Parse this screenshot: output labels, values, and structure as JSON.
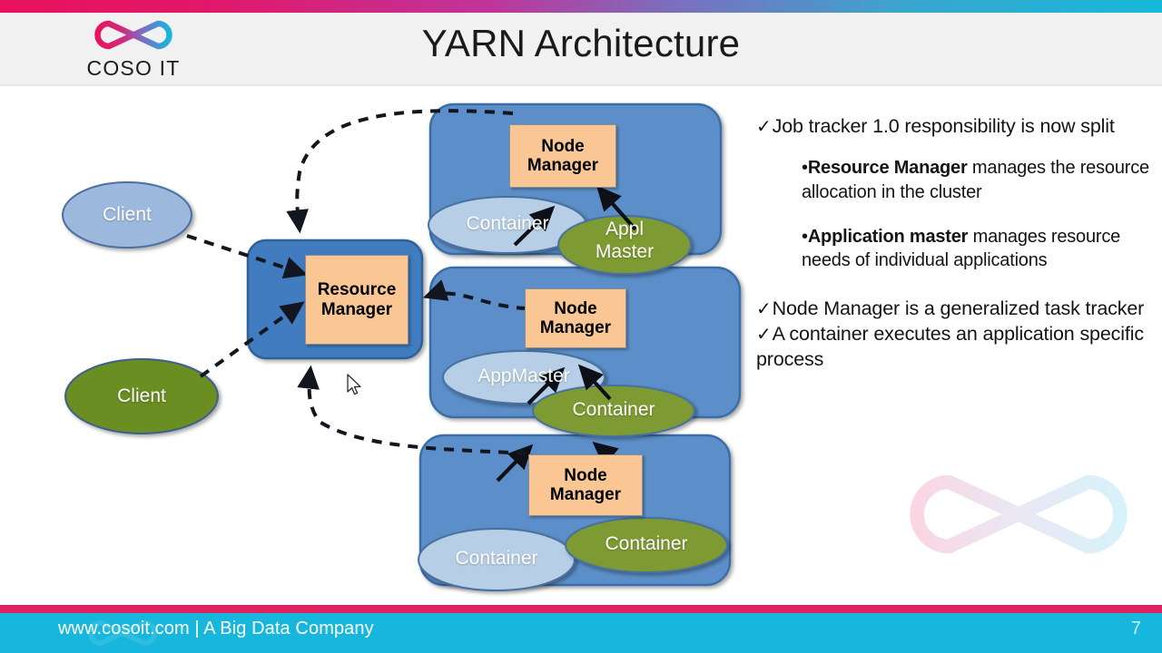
{
  "header": {
    "title": "YARN Architecture",
    "logo_text": "COSO IT",
    "logo_icon": "infinity-logo-icon"
  },
  "colors": {
    "accent_pink": "#e0205f",
    "accent_cyan": "#17b6dd",
    "node_box_fill": "#5b8fc9",
    "manager_box_fill": "#fac794",
    "container_blue": "#b6cfe6",
    "container_green": "#7d9b33",
    "client_blue": "#9cb9dd",
    "client_green": "#6b8e23"
  },
  "diagram": {
    "resource_manager": {
      "line1": "Resource",
      "line2": "Manager"
    },
    "clients": [
      {
        "label": "Client",
        "variant": "blue"
      },
      {
        "label": "Client",
        "variant": "green"
      }
    ],
    "nodes": [
      {
        "manager_line1": "Node",
        "manager_line2": "Manager",
        "children": [
          {
            "label": "Container",
            "variant": "blue"
          },
          {
            "label1": "Appl",
            "label2": "Master",
            "variant": "green"
          }
        ]
      },
      {
        "manager_line1": "Node",
        "manager_line2": "Manager",
        "children": [
          {
            "label": "AppMaster",
            "variant": "blue"
          },
          {
            "label": "Container",
            "variant": "green"
          }
        ]
      },
      {
        "manager_line1": "Node",
        "manager_line2": "Manager",
        "children": [
          {
            "label": "Container",
            "variant": "blue"
          },
          {
            "label": "Container",
            "variant": "green"
          }
        ]
      }
    ]
  },
  "text_panel": {
    "bullets": [
      {
        "level": 1,
        "marker": "✓",
        "text": "Job tracker 1.0 responsibility is now split"
      },
      {
        "level": 2,
        "marker": "•",
        "bold": "Resource Manager",
        "rest": " manages the resource allocation in the cluster"
      },
      {
        "level": 2,
        "marker": "•",
        "bold": "Application master",
        "rest": " manages resource needs of individual applications"
      },
      {
        "level": 1,
        "marker": "✓",
        "text": "Node Manager is a generalized task tracker"
      },
      {
        "level": 1,
        "marker": "✓",
        "text": "A container executes an application specific process"
      }
    ]
  },
  "footer": {
    "text": "www.cosoit.com | A Big Data Company",
    "page_number": "7"
  }
}
